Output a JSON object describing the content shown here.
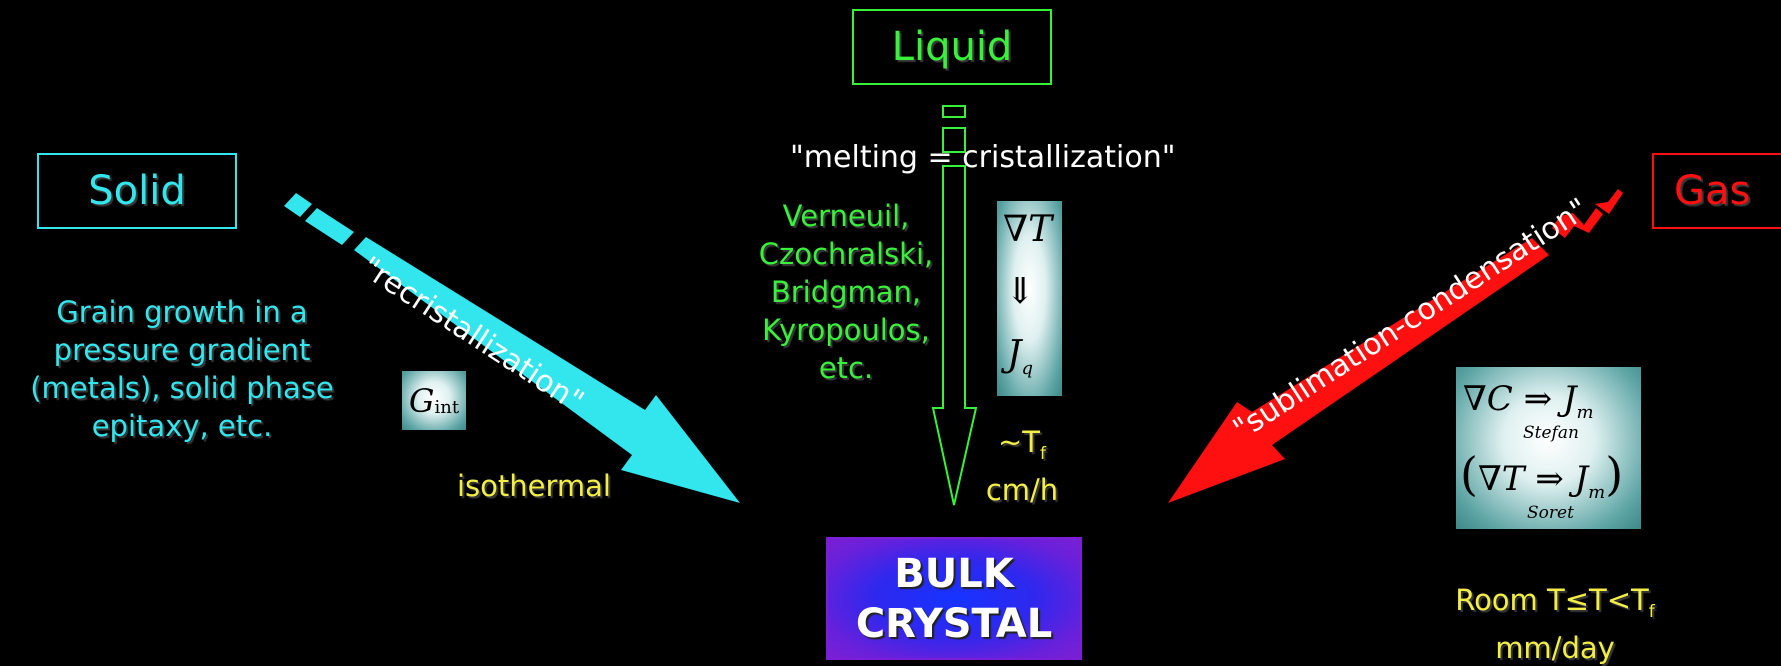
{
  "phases": {
    "liquid": "Liquid",
    "solid": "Solid",
    "gas": "Gas"
  },
  "arrows": {
    "solid_label": "\"recristallization\"",
    "liquid_label": "\"melting = cristallization\"",
    "gas_label": "\"sublimation-condensation\""
  },
  "solid": {
    "description_lines": [
      "Grain growth in a",
      "pressure gradient",
      "(metals), solid phase",
      "epitaxy, etc."
    ],
    "condition": "isothermal",
    "equation": {
      "symbol": "G",
      "subscript": "int"
    }
  },
  "liquid": {
    "methods": [
      "Verneuil,",
      "Czochralski,",
      "Bridgman,",
      "Kyropoulos,",
      "etc."
    ],
    "temperature_prefix": "~T",
    "temperature_sub": "f",
    "rate": "cm/h",
    "equation": {
      "top": "∇T",
      "middle": "⇓",
      "bottom_symbol": "J",
      "bottom_sub": "q"
    }
  },
  "gas": {
    "temperature": {
      "prefix": "Room T≤T<T",
      "sub": "f"
    },
    "rate": "mm/day",
    "equation": {
      "line1_left": "∇C",
      "line1_arrow": "⇒",
      "line1_symbol": "J",
      "line1_sub": "m",
      "line1_under": "Stefan",
      "line2_left": "∇T",
      "line2_arrow": "⇒",
      "line2_symbol": "J",
      "line2_sub": "m",
      "line2_under": "Soret"
    }
  },
  "result": {
    "line1": "BULK",
    "line2": "CRYSTAL"
  },
  "colors": {
    "solid": "#33e6ee",
    "liquid": "#39f03b",
    "gas": "#ff1010",
    "annotation": "#f2ee46",
    "crystal_gradient": [
      "#1a3cff",
      "#7a1fd6"
    ]
  }
}
